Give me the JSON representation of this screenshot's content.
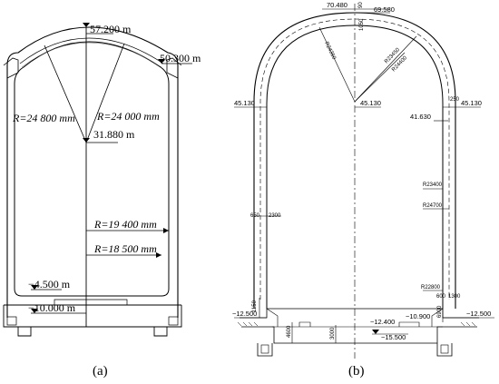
{
  "panel_a": {
    "caption": "(a)",
    "labels": {
      "top_elev": "57.200 m",
      "right_elev": "50.300 m",
      "radius_left": "R=24 800 mm",
      "radius_right": "R=24 000 mm",
      "center_elev": "31.880 m",
      "radius_19400": "R=19 400 mm",
      "radius_18500": "R=18 500 mm",
      "floor_elev": "−4.500 m",
      "base_elev": "−10.000 m"
    }
  },
  "panel_b": {
    "caption": "(b)",
    "labels": {
      "top_left_elev": "70.480",
      "top_right_elev": "69.580",
      "dim_90": "90",
      "dim_1050": "1050",
      "r_24350": "R24350",
      "r_23450": "R23450",
      "r_24400": "R24400",
      "left_springline": "45.130",
      "center_elev": "45.130",
      "right_springline": "45.130",
      "right_dim_250": "250",
      "left_inner": "41.630",
      "r_23400": "R23400",
      "r_24700": "R24700",
      "dim_650": "650",
      "dim_2300": "2300",
      "r_22800": "R22800",
      "dim_600": "600",
      "dim_1300": "1300",
      "dim_1150": "1150",
      "dim_6900": "6900",
      "left_base": "−12.500",
      "right_base": "−12.500",
      "floor_mid": "−12.400",
      "floor_right": "−10.900",
      "bottom": "−15.500",
      "dim_4600": "4600",
      "dim_3000": "3000"
    }
  }
}
